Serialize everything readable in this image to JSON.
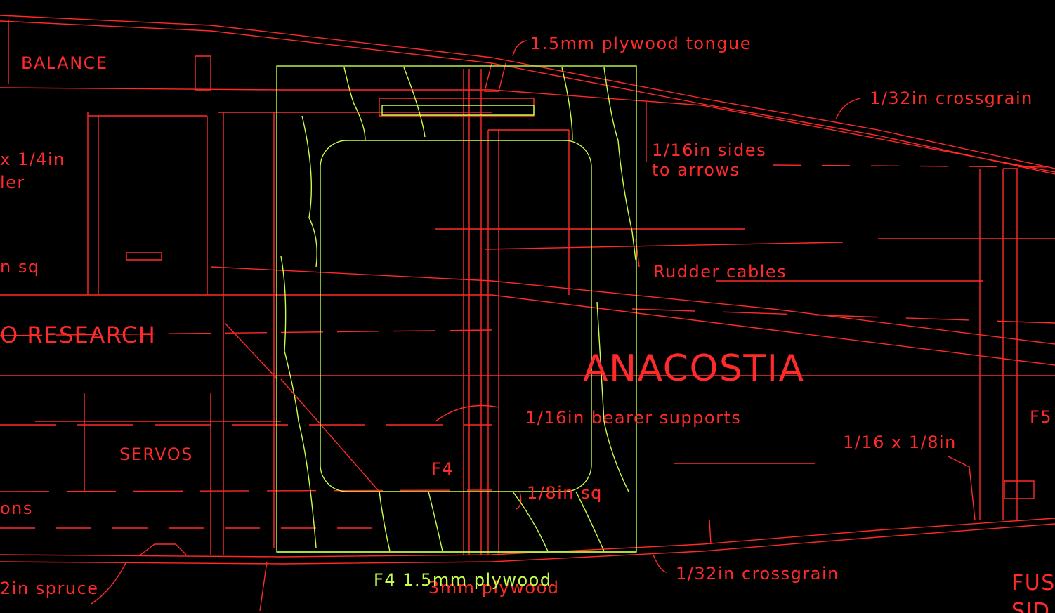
{
  "colors": {
    "background": "#000000",
    "primary_lines": "#ff2a2a",
    "highlight_lines": "#c8ff4a"
  },
  "labels": {
    "balance": "BALANCE",
    "tongue": "1.5mm plywood tongue",
    "crossgrain_top": "1/32in crossgrain",
    "sides_line1": "1/16in sides",
    "sides_line2": "to arrows",
    "x14": "x 1/4in",
    "ler": "ler",
    "nsq": "n sq",
    "rudder": "Rudder cables",
    "research": "O RESEARCH",
    "anacostia": "ANACOSTIA",
    "bearer": "1/16in bearer supports",
    "f5": "F5",
    "sixteen_eighth": "1/16 x 1/8in",
    "servos": "SERVOS",
    "f4": "F4",
    "eighth_sq": "1/8in sq",
    "ons": "ons",
    "spruce": "2in spruce",
    "f4_ply": "F4 1.5mm plywood",
    "ply_3mm": "3mm plywood",
    "crossgrain_bottom": "1/32in crossgrain",
    "fus": "FUS",
    "sid": "SID"
  }
}
